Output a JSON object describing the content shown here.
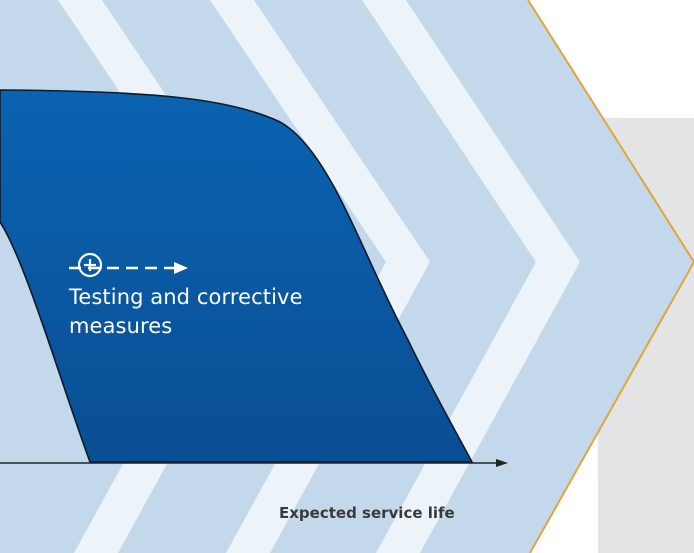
{
  "diagram": {
    "measure_label_lines": [
      "Testing and corrective",
      "measures"
    ],
    "axis_label": "Expected service life",
    "colors": {
      "chevron_fill": "#c3d8ea",
      "chevron_outline": "#e2a53a",
      "stripe": "#ecf3f9",
      "curve_fill_top": "#0a63b1",
      "curve_fill_bottom": "#0a4e93",
      "curve_outline": "#0d1b2b",
      "grey_panel": "#e3e4e6",
      "axis": "#222222",
      "text_on_dark": "#ffffff",
      "axis_label_text": "#3a3a3a"
    },
    "icons": {
      "plus": "plus-circle-icon",
      "arrow": "dashed-arrow-icon"
    }
  }
}
